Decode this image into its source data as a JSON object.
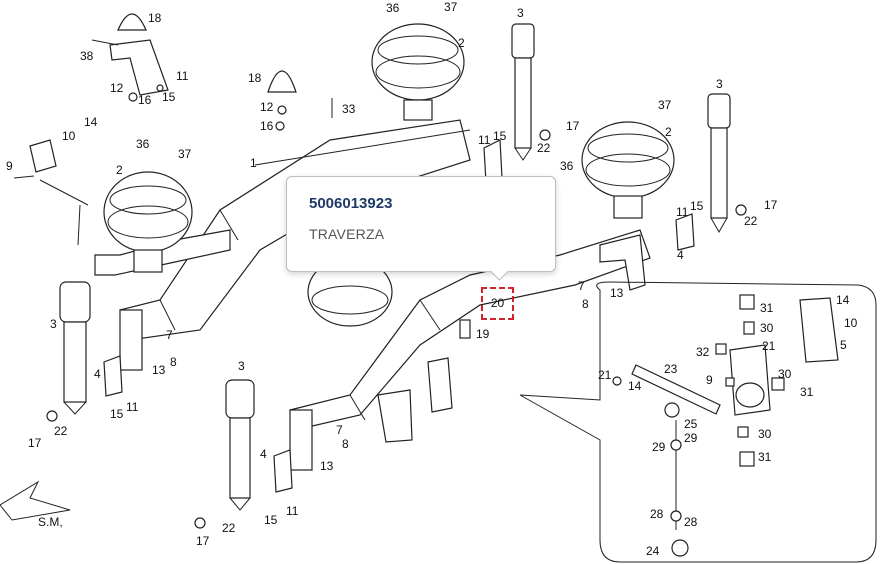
{
  "callout": {
    "part_number": "5006013923",
    "description": "TRAVERZA"
  },
  "hotspot": {
    "label": "20",
    "color": "#d0242a"
  },
  "view_label": "S.M,",
  "part_labels": [
    "18",
    "38",
    "12",
    "16",
    "11",
    "15",
    "36",
    "37",
    "2",
    "3",
    "3",
    "18",
    "12",
    "16",
    "33",
    "14",
    "10",
    "9",
    "36",
    "37",
    "2",
    "1",
    "11",
    "15",
    "22",
    "17",
    "36",
    "37",
    "2",
    "11",
    "15",
    "4",
    "22",
    "17",
    "7",
    "8",
    "13",
    "3",
    "4",
    "7",
    "8",
    "13",
    "15",
    "11",
    "17",
    "22",
    "19",
    "3",
    "4",
    "7",
    "8",
    "13",
    "15",
    "11",
    "17",
    "22",
    "31",
    "30",
    "32",
    "21",
    "14",
    "10",
    "5",
    "23",
    "9",
    "30",
    "31",
    "25",
    "29",
    "29",
    "30",
    "31",
    "28",
    "28",
    "24"
  ],
  "colors": {
    "accent": "#1f3a68",
    "hotspot": "#d0242a"
  }
}
